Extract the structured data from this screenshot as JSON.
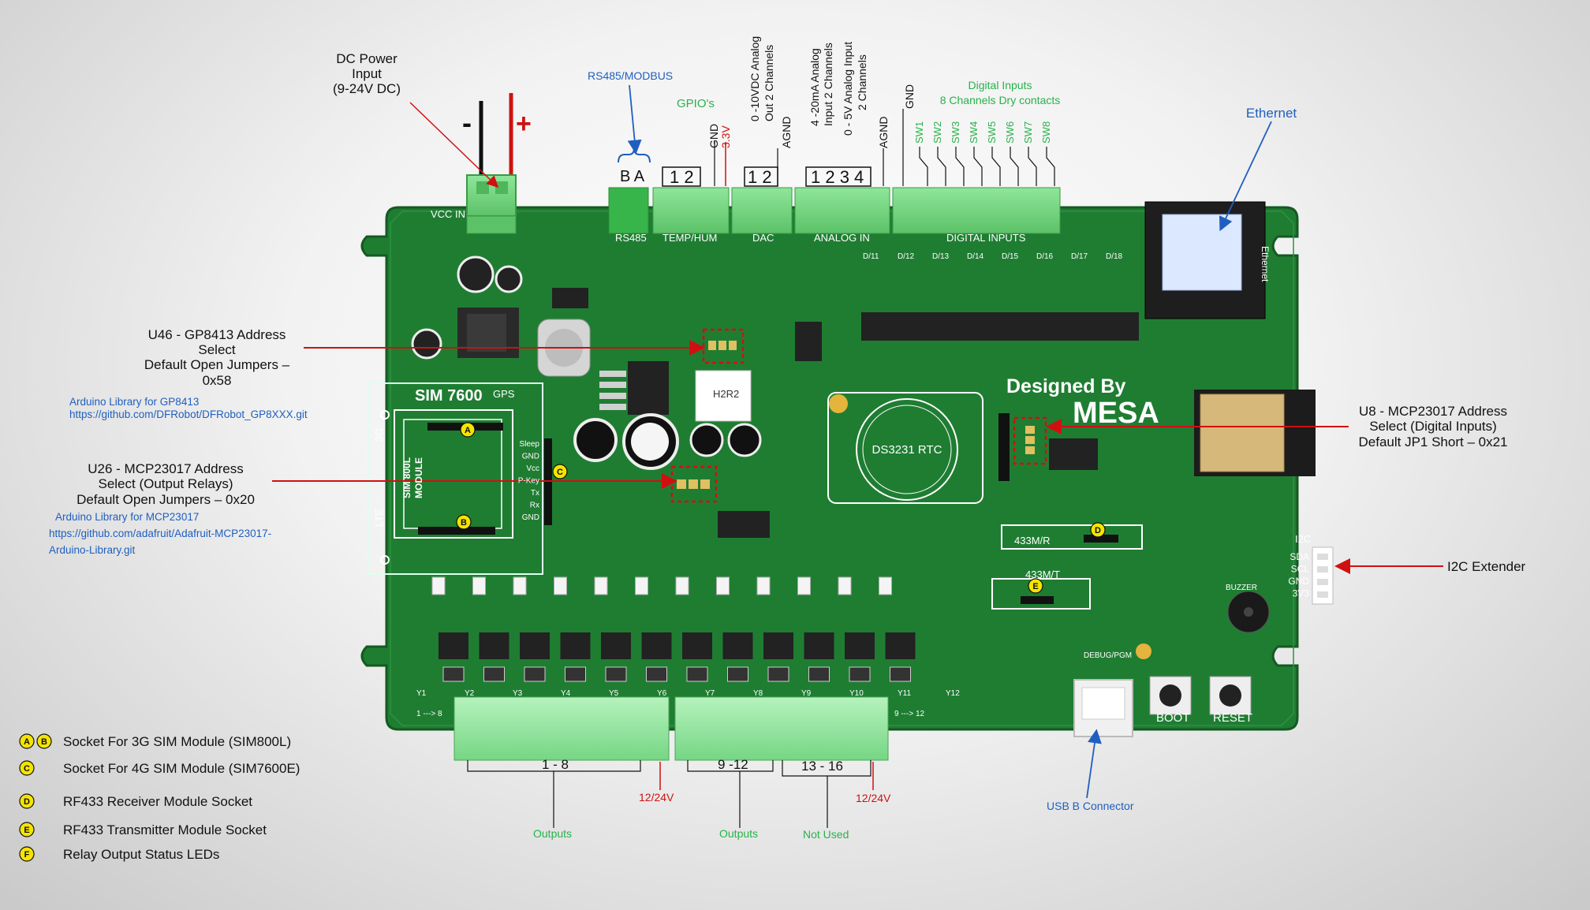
{
  "callouts": {
    "dc_power": [
      "DC Power",
      "Input",
      "(9-24V DC)"
    ],
    "minus": "-",
    "plus": "+",
    "rs485_modbus": "RS485/MODBUS",
    "ba": "B A",
    "gpios": "GPIO's",
    "gpio_pins": "1 2",
    "gnd": "GND",
    "v33": "3.3V",
    "analog_out": [
      "0 -10VDC Analog",
      "Out 2 Channels"
    ],
    "dac_pins": "1 2",
    "agnd": "AGND",
    "analog_in_ma": [
      "4 -20mA Analog",
      "Input 2 Channels"
    ],
    "analog_in_v": [
      "0 - 5V Analog Input",
      "2 Channels"
    ],
    "analog_pins": "1 2 3 4",
    "digital_inputs": [
      "Digital Inputs",
      "8 Channels Dry contacts"
    ],
    "sw_labels": [
      "SW1",
      "SW2",
      "SW3",
      "SW4",
      "SW5",
      "SW6",
      "SW7",
      "SW8"
    ],
    "ethernet": "Ethernet",
    "u46": [
      "U46 - GP8413 Address",
      "Select",
      "Default Open Jumpers –",
      "0x58"
    ],
    "gp8413_lib": "Arduino Library for GP8413",
    "gp8413_url": "https://github.com/DFRobot/DFRobot_GP8XXX.git",
    "u26": [
      "U26 - MCP23017 Address",
      "Select (Output Relays)",
      "Default Open Jumpers – 0x20"
    ],
    "mcp_lib": "Arduino Library for MCP23017",
    "mcp_url": [
      "https://github.com/adafruit/Adafruit-MCP23017-",
      "Arduino-Library.git"
    ],
    "u8": [
      "U8 - MCP23017 Address",
      "Select (Digital Inputs)",
      "Default JP1 Short – 0x21"
    ],
    "i2c_ext": "I2C Extender",
    "out_1_8": "1 - 8",
    "out_9_12": "9 -12",
    "out_13_16": "13 - 16",
    "v1224": "12/24V",
    "outputs": "Outputs",
    "not_used": "Not Used",
    "usb_b": "USB B Connector"
  },
  "board": {
    "vcc_in": "VCC IN",
    "rs485": "RS485",
    "temp_hum": "TEMP/HUM",
    "dac": "DAC",
    "analog_in": "ANALOG IN",
    "digital_in": "DIGITAL INPUTS",
    "sim7600": "SIM 7600",
    "gps": "GPS",
    "sim800l": [
      "SIM 800L",
      "MODULE"
    ],
    "sim_pins": [
      "Sleep",
      "GND",
      "Vcc",
      "P-Key",
      "Tx",
      "Rx",
      "GND"
    ],
    "g3": "3G",
    "lte": "LTE",
    "h2r2": "H2R2",
    "rtc": "DS3231 RTC",
    "designed_by": "Designed By",
    "mesa": "MESA",
    "m433r": "433M/R",
    "m433t": "433M/T",
    "i2c": "I2C",
    "i2c_pins": [
      "SDA",
      "SCL",
      "GND",
      "3V3"
    ],
    "buzzer": "BUZZER",
    "debug": "DEBUG/PGM",
    "boot": "BOOT",
    "reset": "RESET",
    "range1": "1 ---> 8",
    "range2": "9 ---> 12",
    "eth_side": "Ethernet",
    "relay_labels": [
      "Y1",
      "Y2",
      "Y3",
      "Y4",
      "Y5",
      "Y6",
      "Y7",
      "Y8",
      "Y9",
      "Y10",
      "Y11",
      "Y12"
    ],
    "di_leds": [
      "D/11",
      "D/12",
      "D/13",
      "D/14",
      "D/15",
      "D/16",
      "D/17",
      "D/18"
    ]
  },
  "markers": {
    "a": "A",
    "b": "B",
    "c": "C",
    "d": "D",
    "e": "E",
    "f": "F"
  },
  "legend": [
    {
      "keys": [
        "A",
        "B"
      ],
      "text": "Socket For 3G SIM Module (SIM800L)"
    },
    {
      "keys": [
        "C"
      ],
      "text": "Socket For 4G SIM Module (SIM7600E)"
    },
    {
      "keys": [
        "D"
      ],
      "text": "RF433 Receiver Module Socket"
    },
    {
      "keys": [
        "E"
      ],
      "text": "RF433 Transmitter Module Socket"
    },
    {
      "keys": [
        "F"
      ],
      "text": "Relay Output Status LEDs"
    }
  ],
  "colors": {
    "pcb": "#1f7d32",
    "pcb_dark": "#176226",
    "terminal": "#6fd47a",
    "accent_red": "#d01010",
    "link_blue": "#1f5fbf",
    "label_green": "#27b24a",
    "marker_yellow": "#f5e400"
  }
}
